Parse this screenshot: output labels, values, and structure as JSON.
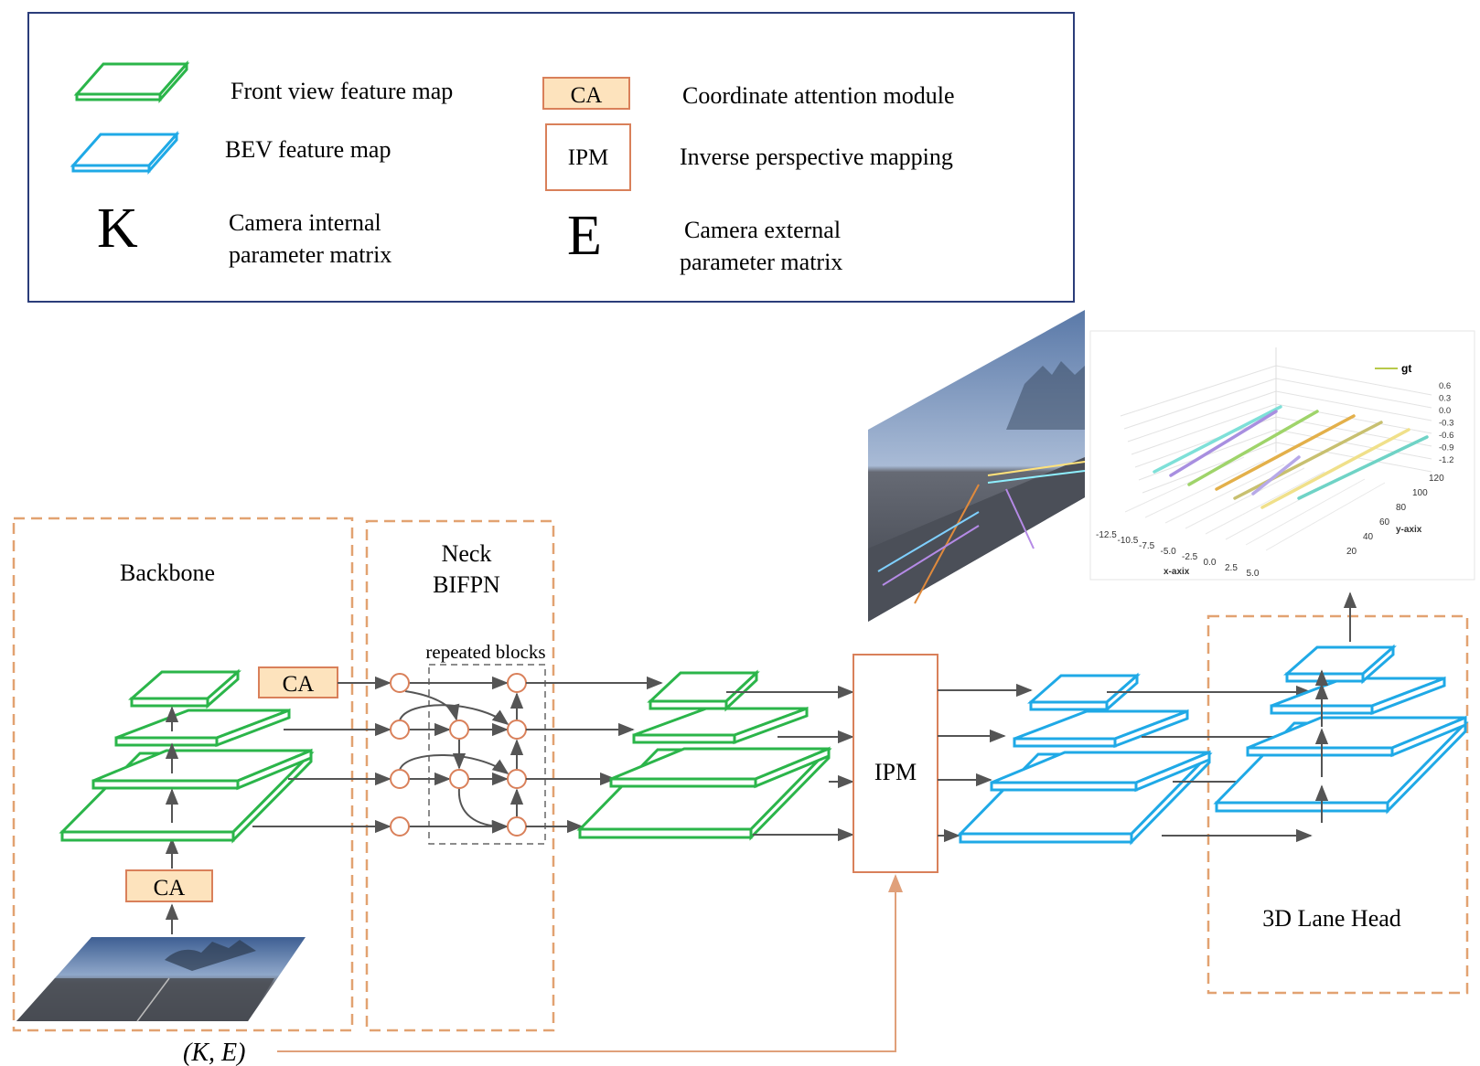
{
  "colors": {
    "front_view": "#2bb54a",
    "bev": "#1fa9e6",
    "orange_box": "#d9805a",
    "ca_fill": "#fde3bd",
    "arrow": "#555555",
    "legend_border": "#2b3d7a",
    "dashed_outline": "#e2a271"
  },
  "legend": {
    "front_view_label": "Front view feature map",
    "bev_label": "BEV feature map",
    "k_symbol": "K",
    "k_label_1": "Camera internal",
    "k_label_2": "parameter matrix",
    "ca_symbol": "CA",
    "ca_label": "Coordinate attention module",
    "ipm_symbol": "IPM",
    "ipm_label": "Inverse perspective mapping",
    "e_symbol": "E",
    "e_label_1": "Camera external",
    "e_label_2": "parameter matrix"
  },
  "blocks": {
    "backbone_title": "Backbone",
    "neck_title_1": "Neck",
    "neck_title_2": "BIFPN",
    "repeated_label": "repeated blocks",
    "ca_label": "CA",
    "ipm_label": "IPM",
    "head_title": "3D Lane Head",
    "ke_label": "(K, E)"
  },
  "plot3d": {
    "legend_label": "gt",
    "z_ticks": [
      "0.6",
      "0.3",
      "0.0",
      "-0.3",
      "-0.6",
      "-0.9",
      "-1.2"
    ],
    "y_ticks": [
      "120",
      "100",
      "80",
      "60",
      "40",
      "20"
    ],
    "x_ticks": [
      "-12.5",
      "-10.5",
      "-7.5",
      "-5.0",
      "-2.5",
      "0.0",
      "2.5",
      "5.0"
    ],
    "x_label": "x-axix",
    "y_label": "y-axix"
  }
}
